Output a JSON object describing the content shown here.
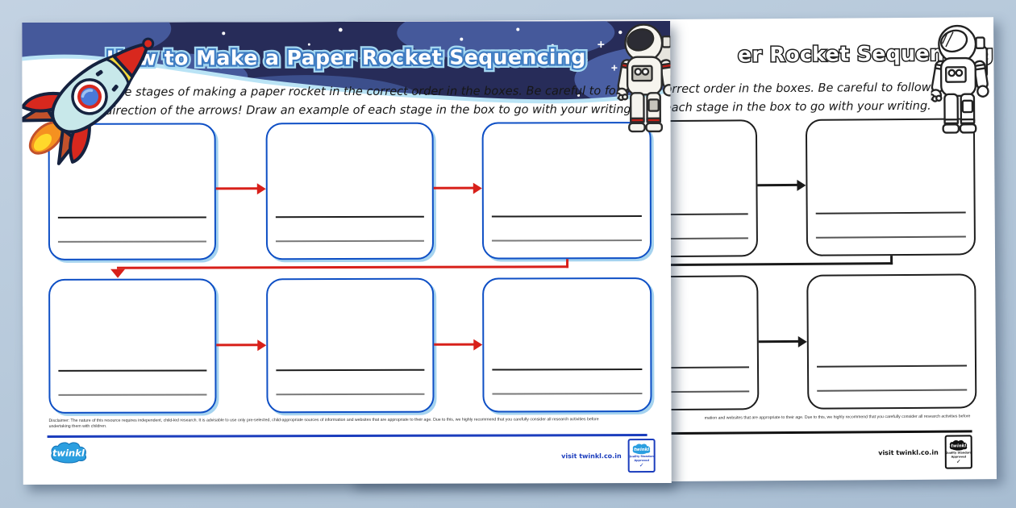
{
  "window": {
    "background_color": "#b4c7d9"
  },
  "front_page": {
    "title": "How to Make a Paper Rocket Sequencing",
    "instructions": {
      "line1": "Write the stages of making a paper rocket in the correct order in the boxes. Be careful to follow",
      "line2": "the direction of the arrows! Draw an example of each stage in the box to go with your writing."
    },
    "sequence": {
      "box_count": 6,
      "rows": 2,
      "columns": 3,
      "write_lines_per_box": 2
    },
    "disclaimer": {
      "line1": "Disclaimer: The nature of this resource requires independent, child-led research. It is advisable to use only pre-selected, child-appropriate sources of information and websites that are appropriate to their age. Due to this, we highly recommend that you carefully consider all research activities before",
      "line2": "undertaking them with children."
    },
    "footer": {
      "logo_text": "twinkl",
      "visit_text": "visit twinkl.co.in",
      "badge": {
        "logo_text": "twinkl",
        "caption_line1": "Quality Standard",
        "caption_line2": "Approved",
        "check_glyph": "✓"
      }
    },
    "colors": {
      "header_background": "#272c59",
      "header_clouds": "#45599b",
      "title_fill": "#ffffff",
      "title_outline": "#3f7cc2",
      "title_glow": "#a6d9f2",
      "box_border": "#0e4fc5",
      "box_shadow": "#a5d3ef",
      "arrow_red": "#d8201a",
      "footer_blue": "#1b3dbd",
      "twinkl_blue": "#2b9fe0"
    }
  },
  "back_page": {
    "title_fragment": "er Rocket Sequencing",
    "instructions": {
      "line1_fragment": "correct order in the boxes. Be careful to follow",
      "line2_fragment": "each stage in the box to go with your writing."
    },
    "disclaimer_fragment": "mation and websites that are appropriate to their age. Due to this, we highly recommend that you carefully consider all research activities before",
    "footer": {
      "visit_text": "visit twinkl.co.in",
      "badge": {
        "logo_text": "twinkl",
        "caption_line1": "Quality Standard",
        "caption_line2": "Approved",
        "check_glyph": "✓"
      }
    },
    "colors": {
      "ink": "#1a1a1a"
    }
  }
}
